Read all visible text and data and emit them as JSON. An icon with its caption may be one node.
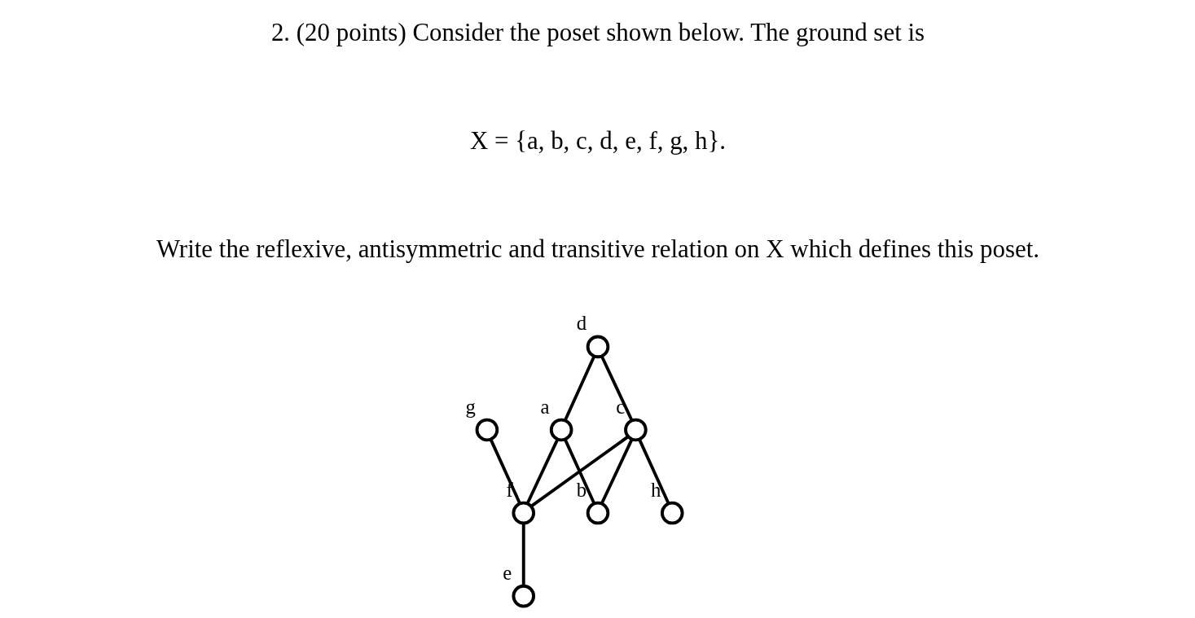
{
  "diagram": {
    "nodes": [
      {
        "text": [],
        "shape": "circle",
        "beside": [
          "d"
        ]
      },
      {
        "text": [],
        "shape": "circle",
        "beside": [
          "a"
        ]
      },
      {
        "text": [],
        "shape": "circle",
        "beside": [
          "g"
        ]
      },
      {
        "text": [],
        "shape": "circle",
        "beside": [
          "c"
        ]
      },
      {
        "text": [],
        "shape": "circle",
        "beside": [
          "f"
        ]
      },
      {
        "text": [],
        "shape": "circle",
        "beside": [
          "b"
        ]
      },
      {
        "text": [],
        "shape": "circle",
        "beside": [
          "h"
        ]
      },
      {
        "text": [],
        "shape": "circle",
        "beside": [
          "e"
        ]
      }
    ],
    "edges": [
      {
        "from": 0,
        "to": 1,
        "arrow": "none"
      },
      {
        "from": 0,
        "to": 3,
        "arrow": "none"
      },
      {
        "from": 1,
        "to": 4,
        "arrow": "none"
      },
      {
        "from": 1,
        "to": 5,
        "arrow": "none"
      },
      {
        "from": 2,
        "to": 4,
        "arrow": "none"
      },
      {
        "from": 3,
        "to": 4,
        "arrow": "none"
      },
      {
        "from": 3,
        "to": 5,
        "arrow": "none"
      },
      {
        "from": 3,
        "to": 6,
        "arrow": "none"
      },
      {
        "from": 4,
        "to": 7,
        "arrow": "none"
      }
    ],
    "labels": [
      "2. (20 points) Consider the poset shown below. The ground set is",
      "X = {a, b, c, d, e, f, g, h}.",
      "Write the reflexive, antisymmetric and transitive relation on X which defines this poset."
    ]
  }
}
